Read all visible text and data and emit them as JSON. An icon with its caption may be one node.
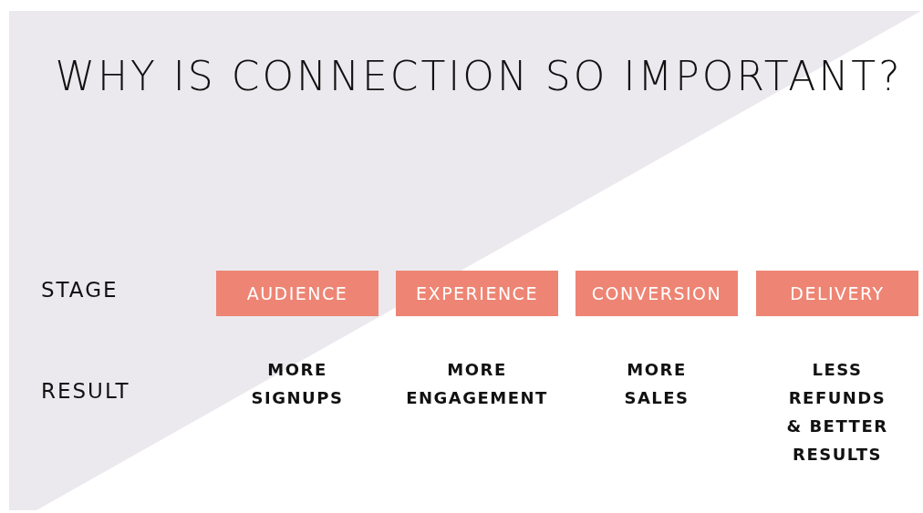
{
  "diagram": {
    "title": "WHY IS CONNECTION SO IMPORTANT?",
    "nodes": [
      {
        "text": [
          "AUDIENCE"
        ]
      },
      {
        "text": [
          "EXPERIENCE"
        ]
      },
      {
        "text": [
          "CONVERSION"
        ]
      },
      {
        "text": [
          "DELIVERY"
        ]
      }
    ],
    "edges": [],
    "labels": [
      "STAGE",
      "RESULT",
      "MORE SIGNUPS",
      "MORE ENGAGEMENT",
      "MORE SALES",
      "LESS REFUNDS & BETTER RESULTS"
    ]
  }
}
